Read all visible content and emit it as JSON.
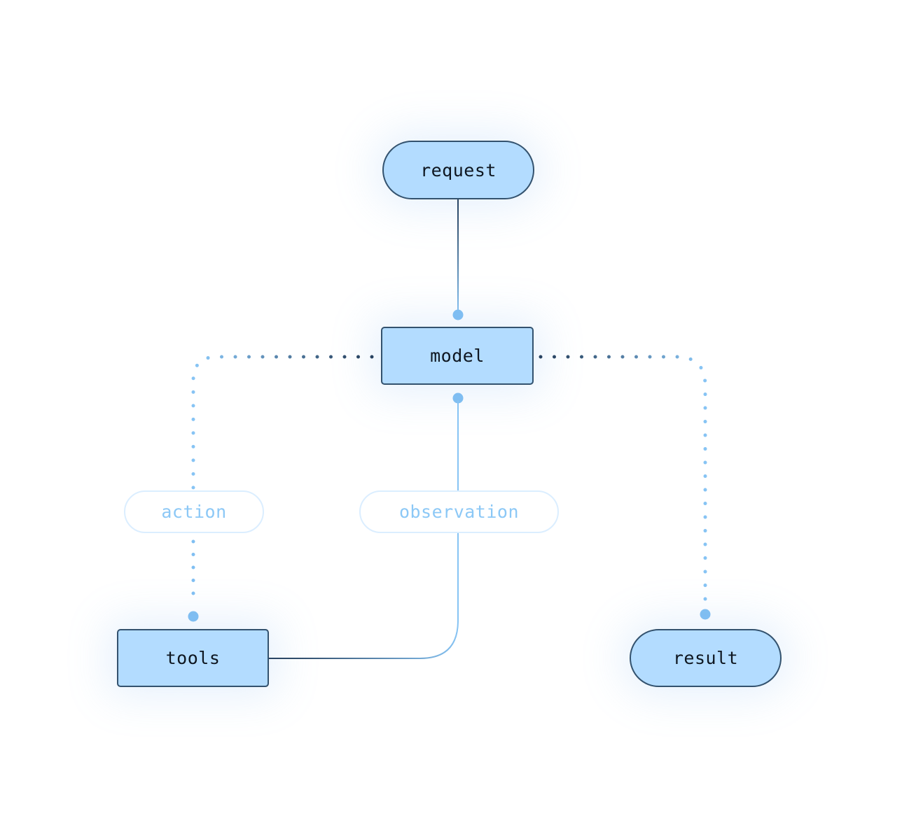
{
  "nodes": {
    "request": "request",
    "model": "model",
    "tools": "tools",
    "result": "result"
  },
  "edge_labels": {
    "action": "action",
    "observation": "observation"
  },
  "colors": {
    "node_fill": "#b3dcff",
    "node_border": "#33526e",
    "edge_dark": "#1e3550",
    "edge_light": "#87c4f4",
    "label_text": "#8cc8f6",
    "label_border": "#dbeeff"
  }
}
